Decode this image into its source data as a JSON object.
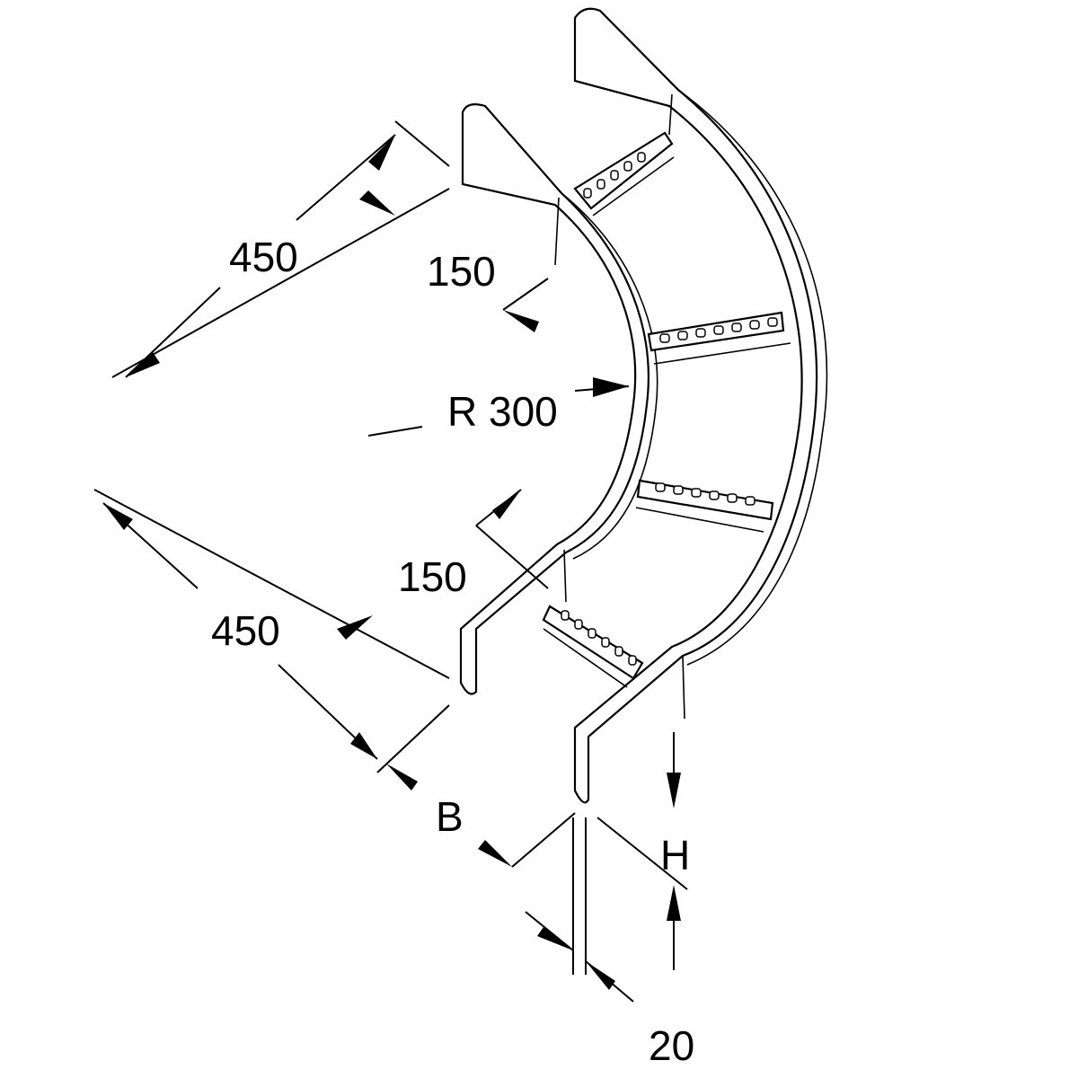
{
  "dimensions": {
    "leg_top": "450",
    "leg_bottom": "450",
    "straight_top": "150",
    "straight_bottom": "150",
    "radius": "R 300",
    "width": "B",
    "height": "H",
    "thickness": "20"
  }
}
